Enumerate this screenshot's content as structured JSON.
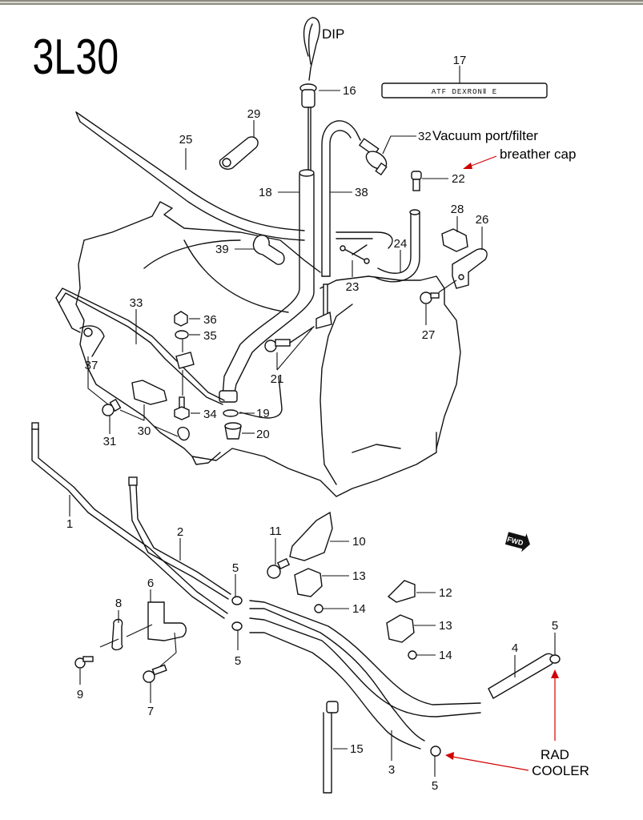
{
  "diagram": {
    "code": "3L30",
    "annotations": {
      "dip": "DIP",
      "vacuum_line1": "Vacuum port/filter",
      "vacuum_line2": "breather cap",
      "rad_line1": "RAD",
      "rad_line2": "COOLER"
    },
    "label_plate_text": "ATF DEXRONⅡ E",
    "fwd_badge": "FWD",
    "accent_color": "#d00000",
    "callouts": {
      "c1": "1",
      "c2": "2",
      "c3": "3",
      "c4": "4",
      "c5a": "5",
      "c5b": "5",
      "c5c": "5",
      "c5d": "5",
      "c6": "6",
      "c7": "7",
      "c8": "8",
      "c9": "9",
      "c10": "10",
      "c11": "11",
      "c12": "12",
      "c13a": "13",
      "c13b": "13",
      "c14a": "14",
      "c14b": "14",
      "c15": "15",
      "c16": "16",
      "c17": "17",
      "c18": "18",
      "c19": "19",
      "c20": "20",
      "c21": "21",
      "c22": "22",
      "c23": "23",
      "c24": "24",
      "c25": "25",
      "c26": "26",
      "c27": "27",
      "c28": "28",
      "c29": "29",
      "c30": "30",
      "c31": "31",
      "c32": "32",
      "c33": "33",
      "c34": "34",
      "c35": "35",
      "c36": "36",
      "c37": "37",
      "c38": "38",
      "c39": "39"
    }
  }
}
